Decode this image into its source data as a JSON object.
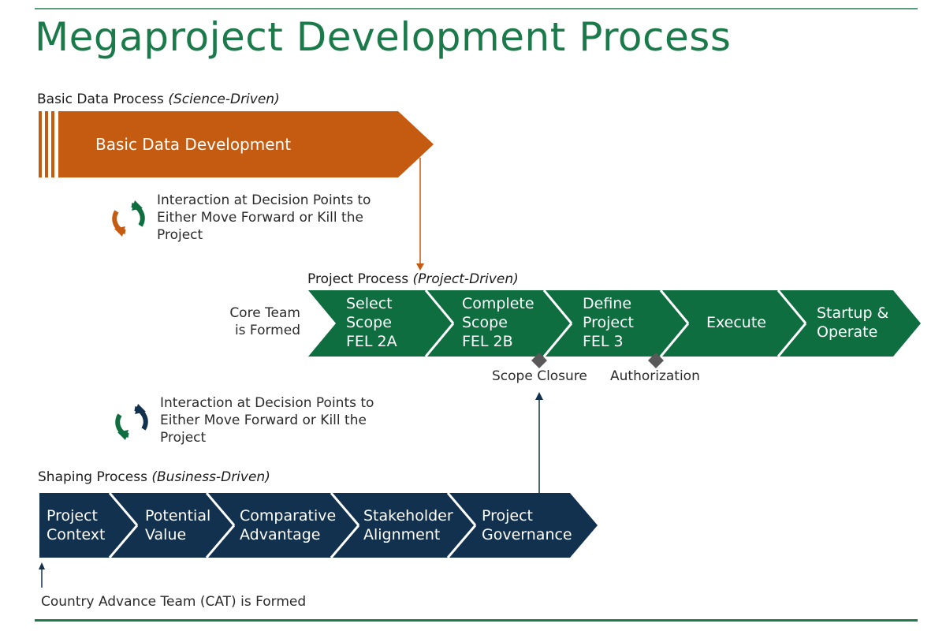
{
  "title": "Megaproject Development Process",
  "basic_data": {
    "label_main": "Basic Data Process",
    "label_italic": "(Science-Driven)",
    "bar_label": "Basic Data Development",
    "color": "#c55a11"
  },
  "interaction_top": {
    "line1": "Interaction at Decision Points to",
    "line2": "Either Move Forward or Kill the",
    "line3": "Project"
  },
  "project_process": {
    "label_main": "Project Process",
    "label_italic": "(Project-Driven)",
    "core_team_line1": "Core Team",
    "core_team_line2": "is Formed",
    "color": "#0e6e3f",
    "steps": [
      {
        "l1": "Select",
        "l2": "Scope",
        "l3": "FEL 2A"
      },
      {
        "l1": "Complete",
        "l2": "Scope",
        "l3": "FEL 2B"
      },
      {
        "l1": "Define",
        "l2": "Project",
        "l3": "FEL 3"
      },
      {
        "l1": "Execute"
      },
      {
        "l1": "Startup &",
        "l2": "Operate"
      }
    ],
    "milestones": {
      "scope_closure": "Scope Closure",
      "authorization": "Authorization"
    }
  },
  "interaction_bottom": {
    "line1": "Interaction at Decision Points to",
    "line2": "Either Move Forward or Kill the",
    "line3": "Project"
  },
  "shaping_process": {
    "label_main": "Shaping Process",
    "label_italic": "(Business-Driven)",
    "color": "#12314f",
    "steps": [
      {
        "l1": "Project",
        "l2": "Context"
      },
      {
        "l1": "Potential",
        "l2": "Value"
      },
      {
        "l1": "Comparative",
        "l2": "Advantage"
      },
      {
        "l1": "Stakeholder",
        "l2": "Alignment"
      },
      {
        "l1": "Project",
        "l2": "Governance"
      }
    ],
    "cat_note": "Country Advance Team (CAT) is Formed"
  },
  "colors": {
    "title_green": "#1a7a4a",
    "orange": "#c55a11",
    "green": "#0e6e3f",
    "navy": "#12314f",
    "milestone_diamond": "#595959"
  },
  "icons": [
    "cycle-arrows-icon-orange-green",
    "cycle-arrows-icon-green-navy"
  ]
}
